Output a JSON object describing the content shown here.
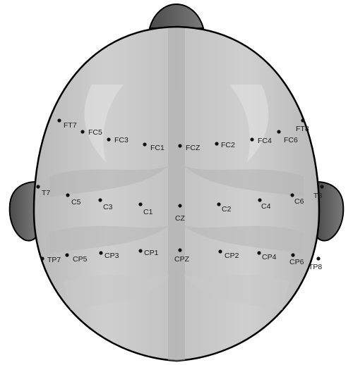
{
  "figure": {
    "style": {
      "head_fill": "#c4c4c4",
      "head_fill_light": "#d9d9d9",
      "outline": "#000000",
      "nose_ear_fill": "#5f5f5f",
      "electrode": "#111111"
    },
    "electrodes": {
      "FT7": "FT7",
      "FC5": "FC5",
      "FC3": "FC3",
      "FC1": "FC1",
      "FCZ": "FCZ",
      "FC2": "FC2",
      "FC4": "FC4",
      "FC6": "FC6",
      "FT8": "FT8",
      "T7": "T7",
      "C5": "C5",
      "C3": "C3",
      "C1": "C1",
      "CZ": "CZ",
      "C2": "C2",
      "C4": "C4",
      "C6": "C6",
      "T8": "T8",
      "TP7": "TP7",
      "CP5": "CP5",
      "CP3": "CP3",
      "CP1": "CP1",
      "CPZ": "CPZ",
      "CP2": "CP2",
      "CP4": "CP4",
      "CP6": "CP6",
      "TP8": "TP8"
    }
  }
}
